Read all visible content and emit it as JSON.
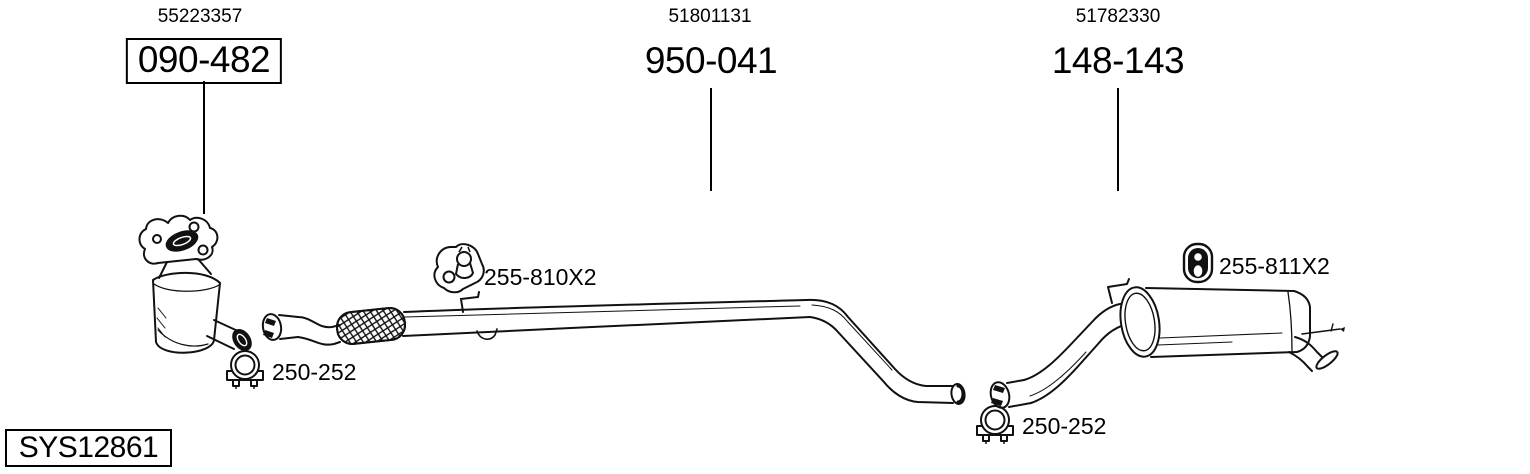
{
  "callouts": [
    {
      "oe_number": "55223357",
      "part_code": "090-482",
      "boxed": true
    },
    {
      "oe_number": "51801131",
      "part_code": "950-041",
      "boxed": false
    },
    {
      "oe_number": "51782330",
      "part_code": "148-143",
      "boxed": false
    }
  ],
  "mounting_labels": [
    {
      "part_code": "255-810X2",
      "icon": "rubber-hanger-icon"
    },
    {
      "part_code": "250-252",
      "icon": "pipe-clamp-icon"
    },
    {
      "part_code": "255-811X2",
      "icon": "rubber-hanger-icon"
    },
    {
      "part_code": "250-252",
      "icon": "pipe-clamp-icon"
    }
  ],
  "system_code": "SYS12861",
  "colors": {
    "line": "#000000",
    "background": "#ffffff"
  },
  "drawing_parts": [
    "catalytic-converter",
    "flexible-pipe-section",
    "center-pipe",
    "rear-silencer",
    "tailpipe"
  ]
}
